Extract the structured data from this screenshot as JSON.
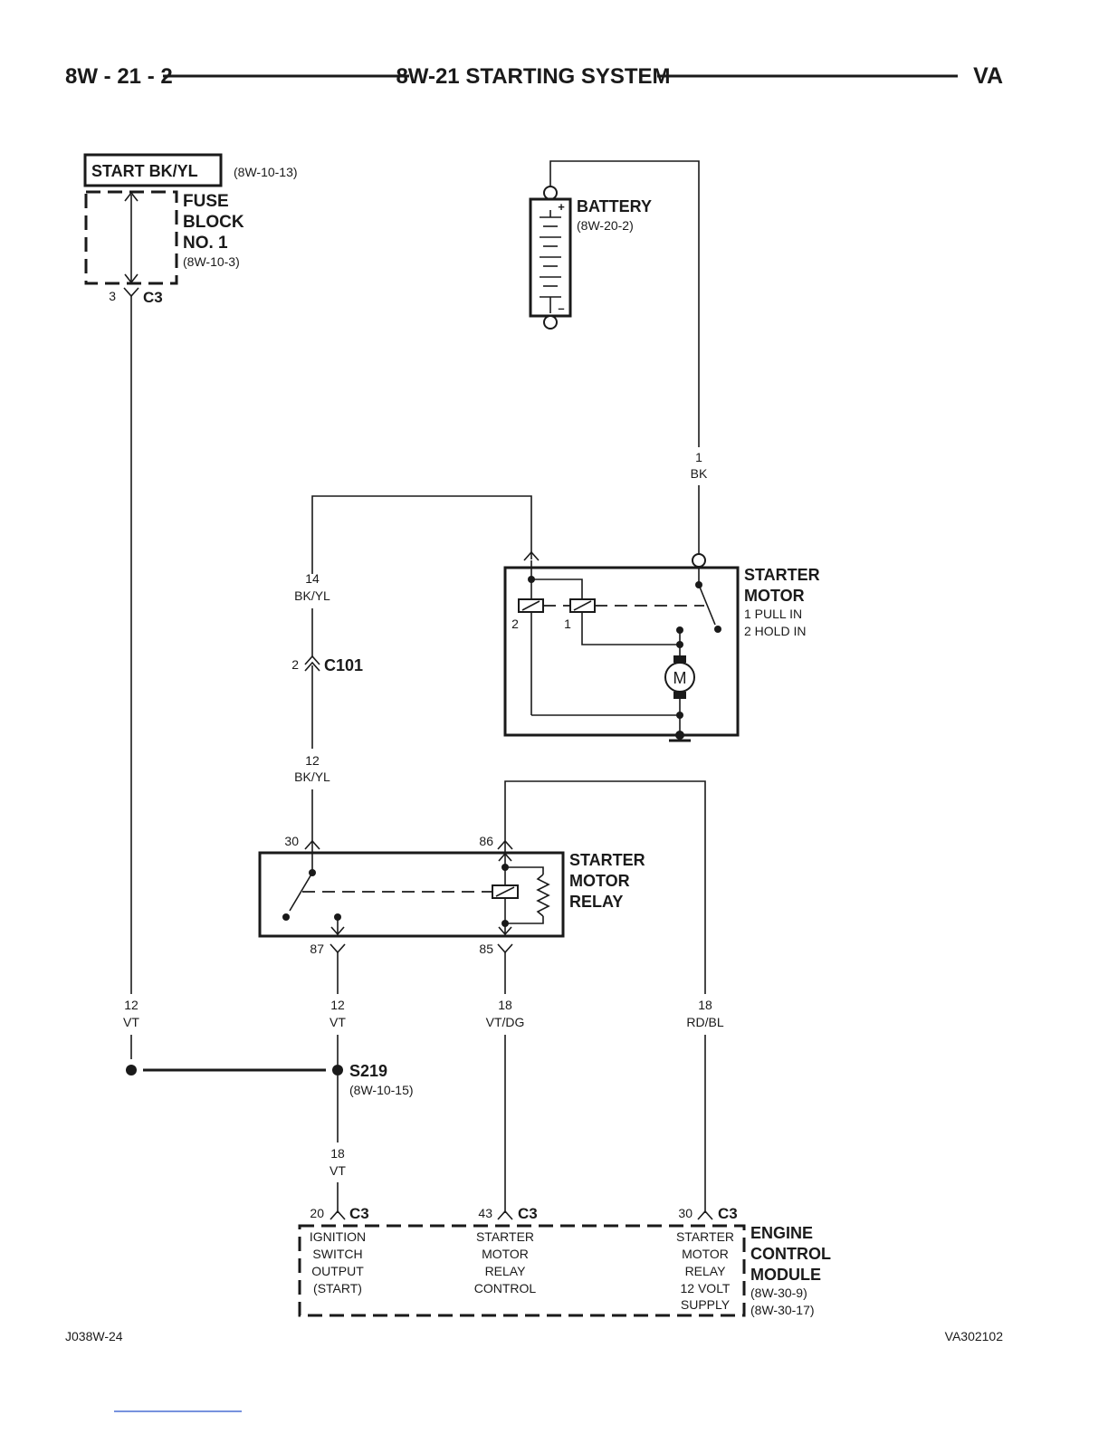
{
  "header": {
    "page_code": "8W - 21 - 2",
    "title": "8W-21 STARTING SYSTEM",
    "model": "VA"
  },
  "fuse": {
    "source_label": "START BK/YL",
    "source_ref": "(8W-10-13)",
    "name_lines": [
      "FUSE",
      "BLOCK",
      "NO. 1"
    ],
    "ref": "(8W-10-3)",
    "pin": "3",
    "connector": "C3"
  },
  "battery": {
    "name": "BATTERY",
    "ref": "(8W-20-2)",
    "plus": "+",
    "minus": "–"
  },
  "starter_motor": {
    "name_lines": [
      "STARTER",
      "MOTOR"
    ],
    "sub_lines": [
      "1 PULL IN",
      "2 HOLD IN"
    ],
    "coil_labels": [
      "2",
      "1"
    ],
    "motor_symbol": "M"
  },
  "starter_relay": {
    "name_lines": [
      "STARTER",
      "MOTOR",
      "RELAY"
    ],
    "pins": {
      "p30": "30",
      "p86": "86",
      "p87": "87",
      "p85": "85"
    }
  },
  "wires": {
    "battery_cable": {
      "gauge": "1",
      "color": "BK"
    },
    "w14": {
      "gauge": "14",
      "color": "BK/YL"
    },
    "w12_bkyl": {
      "gauge": "12",
      "color": "BK/YL"
    },
    "w12_vt_left": {
      "gauge": "12",
      "color": "VT"
    },
    "w12_vt_mid": {
      "gauge": "12",
      "color": "VT"
    },
    "w18_vtdg": {
      "gauge": "18",
      "color": "VT/DG"
    },
    "w18_rdbl": {
      "gauge": "18",
      "color": "RD/BL"
    },
    "w18_vt": {
      "gauge": "18",
      "color": "VT"
    }
  },
  "c101": {
    "pin": "2",
    "name": "C101"
  },
  "splice": {
    "name": "S219",
    "ref": "(8W-10-15)"
  },
  "ecm": {
    "name_lines": [
      "ENGINE",
      "CONTROL",
      "MODULE"
    ],
    "refs": [
      "(8W-30-9)",
      "(8W-30-17)"
    ],
    "connector": "C3",
    "pins": [
      {
        "pin": "20",
        "lines": [
          "IGNITION",
          "SWITCH",
          "OUTPUT",
          "(START)"
        ]
      },
      {
        "pin": "43",
        "lines": [
          "STARTER",
          "MOTOR",
          "RELAY",
          "CONTROL"
        ]
      },
      {
        "pin": "30",
        "lines": [
          "STARTER",
          "MOTOR",
          "RELAY",
          "12 VOLT",
          "SUPPLY"
        ]
      }
    ]
  },
  "footer": {
    "left": "J038W-24",
    "right": "VA302102"
  }
}
